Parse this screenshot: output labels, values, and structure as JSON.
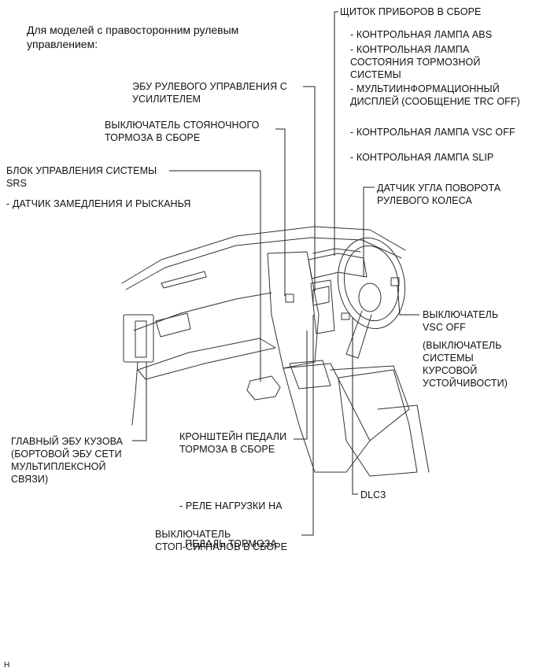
{
  "heading": [
    "Для моделей с правосторонним рулевым",
    "управлением:"
  ],
  "labels": {
    "instrument_cluster": {
      "title": "ЩИТОК ПРИБОРОВ В СБОРЕ",
      "items": [
        [
          "- КОНТРОЛЬНАЯ ЛАМПА ABS"
        ],
        [
          "- КОНТРОЛЬНАЯ ЛАМПА",
          "СОСТОЯНИЯ ТОРМОЗНОЙ",
          "СИСТЕМЫ"
        ],
        [
          "- МУЛЬТИИНФОРМАЦИОННЫЙ",
          "ДИСПЛЕЙ (СООБЩЕНИЕ TRC OFF)"
        ],
        [
          "- КОНТРОЛЬНАЯ ЛАМПА VSC OFF"
        ],
        [
          "- КОНТРОЛЬНАЯ ЛАМПА SLIP"
        ]
      ]
    },
    "eps_ecu": [
      "ЭБУ РУЛЕВОГО УПРАВЛЕНИЯ С",
      "УСИЛИТЕЛЕМ"
    ],
    "parking_brake_switch": [
      "ВЫКЛЮЧАТЕЛЬ СТОЯНОЧНОГО",
      "ТОРМОЗА  В СБОРЕ"
    ],
    "srs_unit": {
      "lines": [
        "БЛОК УПРАВЛЕНИЯ СИСТЕМЫ",
        "SRS"
      ],
      "sub": "- ДАТЧИК ЗАМЕДЛЕНИЯ И РЫСКАНЬЯ"
    },
    "steering_sensor": [
      "ДАТЧИК УГЛА ПОВОРОТА",
      "РУЛЕВОГО КОЛЕСА"
    ],
    "vsc_off_switch": [
      "ВЫКЛЮЧАТЕЛЬ",
      "VSC OFF",
      "",
      "(ВЫКЛЮЧАТЕЛЬ",
      "СИСТЕМЫ",
      "КУРСОВОЙ",
      "УСТОЙЧИВОСТИ)"
    ],
    "main_body_ecu": [
      "ГЛАВНЫЙ ЭБУ КУЗОВА",
      "(БОРТОВОЙ ЭБУ СЕТИ",
      "МУЛЬТИПЛЕКСНОЙ",
      "СВЯЗИ)"
    ],
    "brake_pedal_bracket": {
      "lines": [
        "КРОНШТЕЙН ПЕДАЛИ",
        "ТОРМОЗА В СБОРЕ"
      ],
      "sub": [
        "- РЕЛЕ НАГРУЗКИ НА",
        "  ПЕДАЛЬ ТОРМОЗА"
      ]
    },
    "dlc3": "DLC3",
    "stop_lamp_switch": [
      "ВЫКЛЮЧАТЕЛЬ",
      "СТОП-СИГНАЛОВ  В СБОРЕ"
    ]
  },
  "footer_mark": "H"
}
